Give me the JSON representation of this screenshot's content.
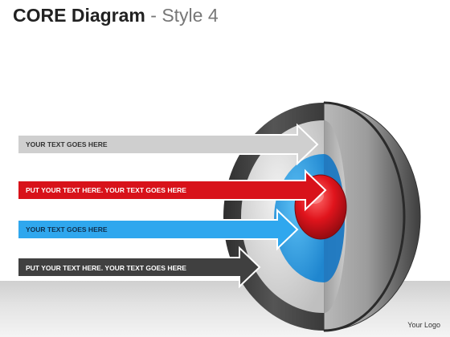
{
  "title": {
    "main": "CORE Diagram",
    "separator": " - ",
    "sub": "Style 4"
  },
  "arrows": [
    {
      "label": "YOUR TEXT GOES HERE",
      "color": "#c8c8c8",
      "text_color": "#333333"
    },
    {
      "label": "PUT YOUR TEXT HERE. YOUR TEXT GOES HERE",
      "color": "#d8121a",
      "text_color": "#ffffff"
    },
    {
      "label": "YOUR TEXT GOES HERE",
      "color": "#2fa7ee",
      "text_color": "#10314f"
    },
    {
      "label": "PUT YOUR TEXT HERE. YOUR TEXT GOES HERE",
      "color": "#404040",
      "text_color": "#ffffff"
    }
  ],
  "sphere": {
    "layers": [
      "outer-shell",
      "gray-mantle",
      "blue-layer",
      "red-core"
    ],
    "colors": {
      "outer_shell": "#4a4a4a",
      "mantle": "#d6d6d6",
      "blue_layer": "#2fa0e8",
      "core": "#e0141c"
    }
  },
  "footer": {
    "logo": "Your Logo"
  }
}
